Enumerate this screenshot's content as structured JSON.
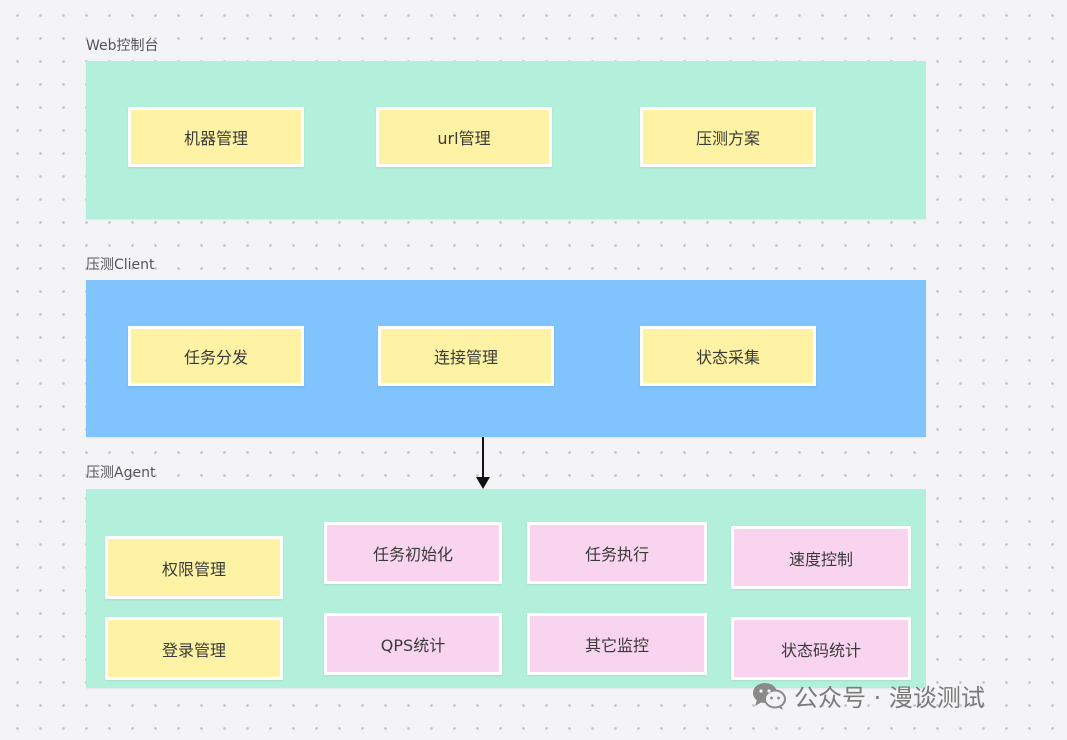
{
  "colors": {
    "panel_mint": "#b3f0dc",
    "panel_blue": "#80c3fd",
    "box_yellow": "#fef2a4",
    "box_pink": "#f8d4ef"
  },
  "web_console": {
    "label": "Web控制台",
    "boxes": [
      {
        "text": "机器管理",
        "color": "yellow"
      },
      {
        "text": "url管理",
        "color": "yellow"
      },
      {
        "text": "压测方案",
        "color": "yellow"
      }
    ]
  },
  "client": {
    "label": "压测Client",
    "boxes": [
      {
        "text": "任务分发",
        "color": "yellow"
      },
      {
        "text": "连接管理",
        "color": "yellow"
      },
      {
        "text": "状态采集",
        "color": "yellow"
      }
    ]
  },
  "agent": {
    "label": "压测Agent",
    "boxes": [
      {
        "text": "权限管理",
        "color": "yellow"
      },
      {
        "text": "登录管理",
        "color": "yellow"
      },
      {
        "text": "任务初始化",
        "color": "pink"
      },
      {
        "text": "QPS统计",
        "color": "pink"
      },
      {
        "text": "任务执行",
        "color": "pink"
      },
      {
        "text": "其它监控",
        "color": "pink"
      },
      {
        "text": "速度控制",
        "color": "pink"
      },
      {
        "text": "状态码统计",
        "color": "pink"
      }
    ]
  },
  "watermark": {
    "icon": "wechat-icon",
    "text": "公众号 · 漫谈测试"
  }
}
